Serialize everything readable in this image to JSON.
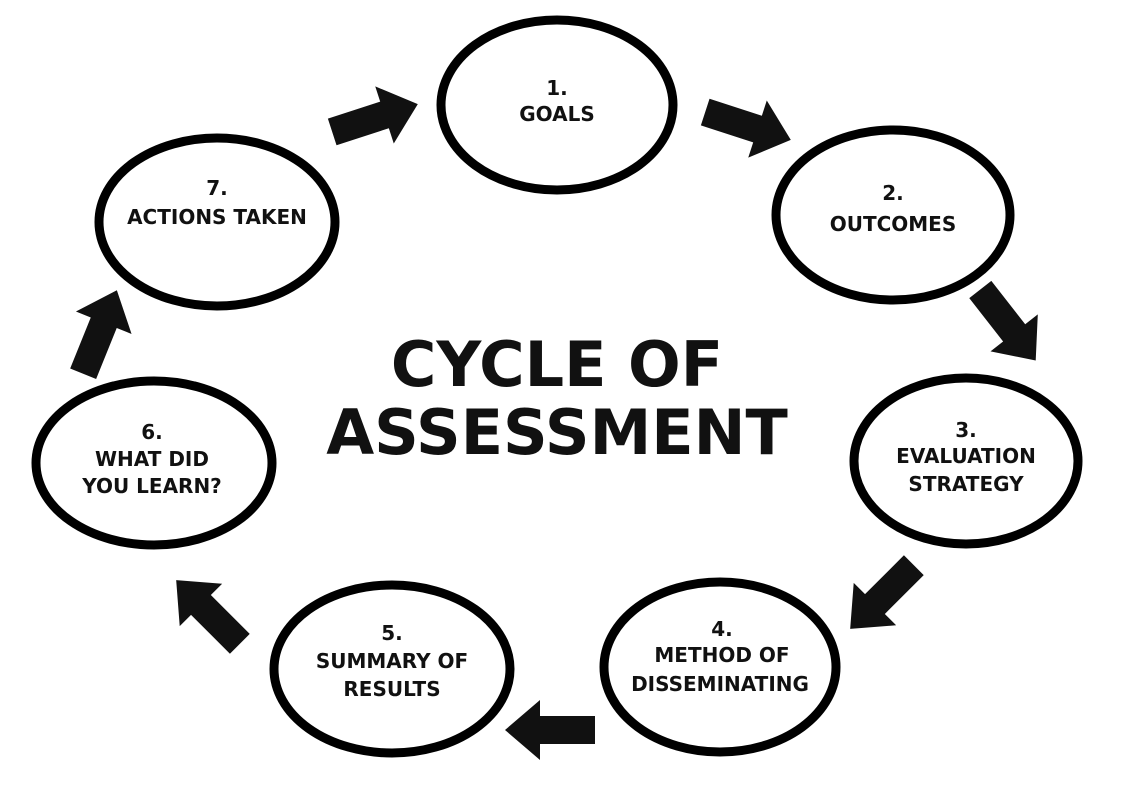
{
  "title": {
    "line1": "CYCLE OF",
    "line2": "ASSESSMENT"
  },
  "nodes": [
    {
      "number": "1.",
      "lines": [
        "GOALS"
      ]
    },
    {
      "number": "2.",
      "lines": [
        "OUTCOMES"
      ]
    },
    {
      "number": "3.",
      "lines": [
        "EVALUATION",
        "STRATEGY"
      ]
    },
    {
      "number": "4.",
      "lines": [
        "METHOD OF",
        "DISSEMINATING"
      ]
    },
    {
      "number": "5.",
      "lines": [
        "SUMMARY OF",
        "RESULTS"
      ]
    },
    {
      "number": "6.",
      "lines": [
        "WHAT DID",
        "YOU LEARN?"
      ]
    },
    {
      "number": "7.",
      "lines": [
        "ACTIONS TAKEN"
      ]
    }
  ],
  "edges": [
    {
      "from": 0,
      "to": 1
    },
    {
      "from": 1,
      "to": 2
    },
    {
      "from": 2,
      "to": 3
    },
    {
      "from": 3,
      "to": 4
    },
    {
      "from": 4,
      "to": 5
    },
    {
      "from": 5,
      "to": 6
    },
    {
      "from": 6,
      "to": 0
    }
  ],
  "colors": {
    "stroke": "#000000",
    "fill": "#ffffff",
    "text": "#111111"
  }
}
